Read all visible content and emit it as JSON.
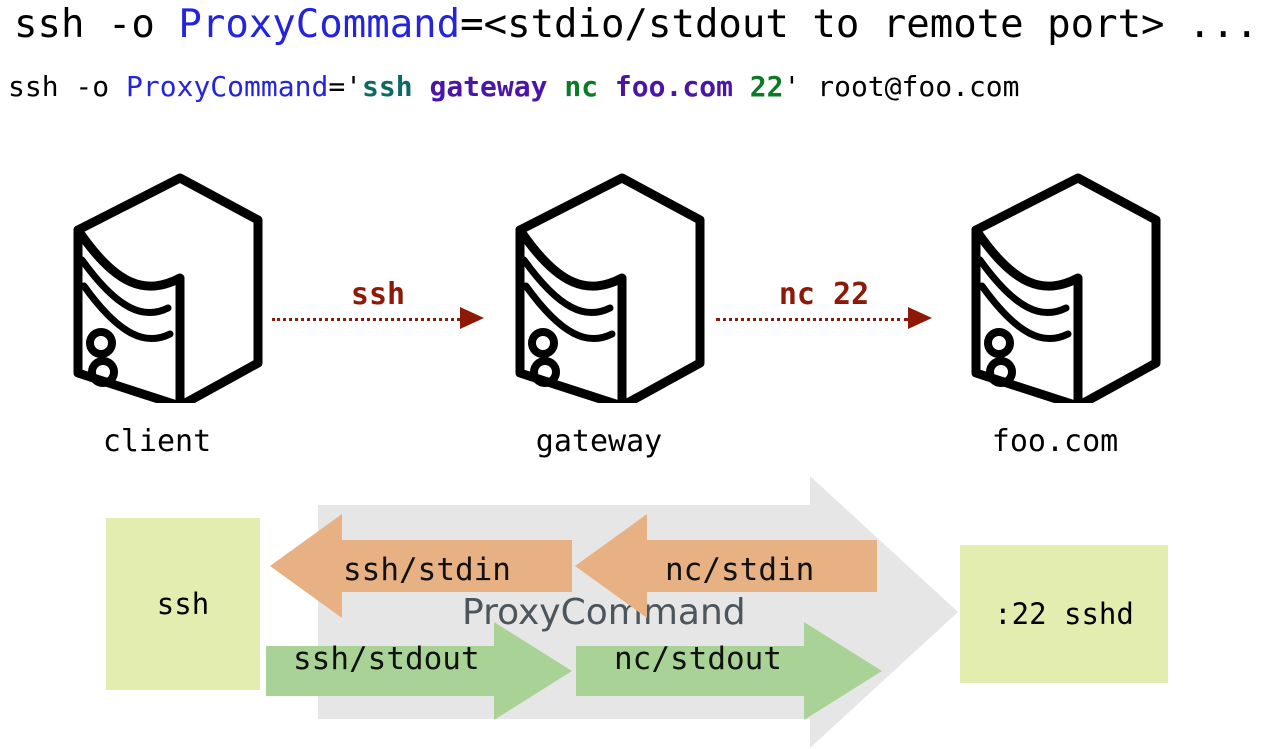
{
  "commands": {
    "line1": {
      "segments": [
        {
          "text": "ssh -o ",
          "color": "black"
        },
        {
          "text": "ProxyCommand",
          "color": "blue"
        },
        {
          "text": "=<stdio/stdout to remote port> ...",
          "color": "black"
        }
      ],
      "full": "ssh -o ProxyCommand=<stdio/stdout to remote port> ..."
    },
    "line2": {
      "segments": [
        {
          "text": "ssh -o ",
          "color": "black"
        },
        {
          "text": "ProxyCommand",
          "color": "blue"
        },
        {
          "text": "='",
          "color": "black"
        },
        {
          "text": "ssh",
          "color": "teal"
        },
        {
          "text": " ",
          "color": "black"
        },
        {
          "text": "gateway",
          "color": "purple"
        },
        {
          "text": " ",
          "color": "black"
        },
        {
          "text": "nc",
          "color": "green"
        },
        {
          "text": " ",
          "color": "black"
        },
        {
          "text": "foo.com",
          "color": "purple"
        },
        {
          "text": " ",
          "color": "black"
        },
        {
          "text": "22",
          "color": "green"
        },
        {
          "text": "' root@foo.com",
          "color": "black"
        }
      ],
      "full": "ssh -o ProxyCommand='ssh gateway nc foo.com 22' root@foo.com"
    }
  },
  "hosts": [
    {
      "id": "client",
      "label": "client"
    },
    {
      "id": "gateway",
      "label": "gateway"
    },
    {
      "id": "target",
      "label": "foo.com"
    }
  ],
  "connections": [
    {
      "id": "client-to-gateway",
      "label": "ssh"
    },
    {
      "id": "gateway-to-target",
      "label": "nc 22"
    }
  ],
  "pipeline": {
    "left_endpoint": "ssh",
    "right_endpoint": ":22 sshd",
    "proxy_label": "ProxyCommand",
    "stdin_arrows": [
      {
        "id": "ssh-stdin",
        "label": "ssh/stdin",
        "direction": "left"
      },
      {
        "id": "nc-stdin",
        "label": "nc/stdin",
        "direction": "left"
      }
    ],
    "stdout_arrows": [
      {
        "id": "ssh-stdout",
        "label": "ssh/stdout",
        "direction": "right"
      },
      {
        "id": "nc-stdout",
        "label": "nc/stdout",
        "direction": "right"
      }
    ]
  },
  "colors": {
    "keyword_blue": "#2424dd",
    "cmd_teal": "#0b6b62",
    "host_purple": "#4b16a8",
    "tool_green": "#0b7a25",
    "arrow_red": "#8d1a08",
    "endpoint_yellow": "#e3edb0",
    "stdin_orange": "#e8b183",
    "stdout_green": "#a9d396",
    "proxy_gray": "#e6e6e6",
    "proxy_text_gray": "#4d555c"
  }
}
